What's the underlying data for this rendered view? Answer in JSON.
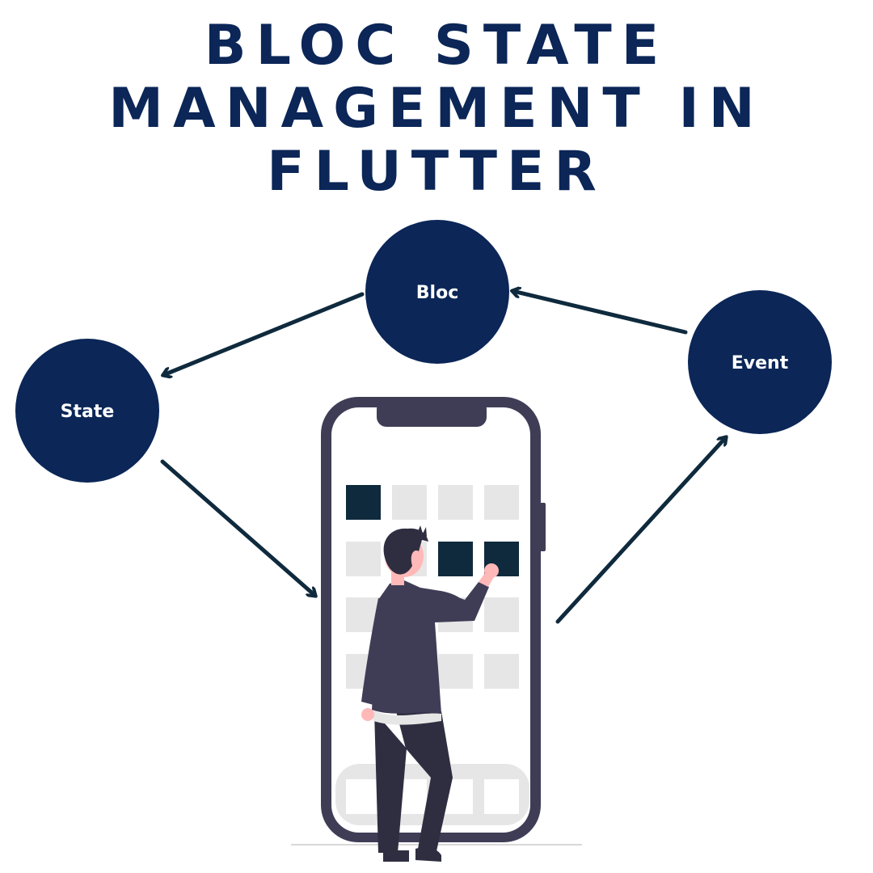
{
  "title": {
    "lines": [
      "BLOC STATE",
      "MANAGEMENT IN",
      "FLUTTER"
    ]
  },
  "nodes": {
    "bloc": {
      "label": "Bloc"
    },
    "state": {
      "label": "State"
    },
    "event": {
      "label": "Event"
    }
  },
  "colors": {
    "title": "#0b2657",
    "node_fill": "#0b2657",
    "node_text": "#ffffff",
    "arrow": "#0f2a3d",
    "phone_frame": "#3f3d56",
    "cell_dark": "#0f2a3d",
    "cell_light": "#e6e6e6",
    "person_shirt": "#3f3d56",
    "person_pants": "#2f2e41",
    "skin": "#ffb8b8",
    "hair": "#2f2e41"
  },
  "illustration": {
    "subject": "person-tapping-phone"
  }
}
